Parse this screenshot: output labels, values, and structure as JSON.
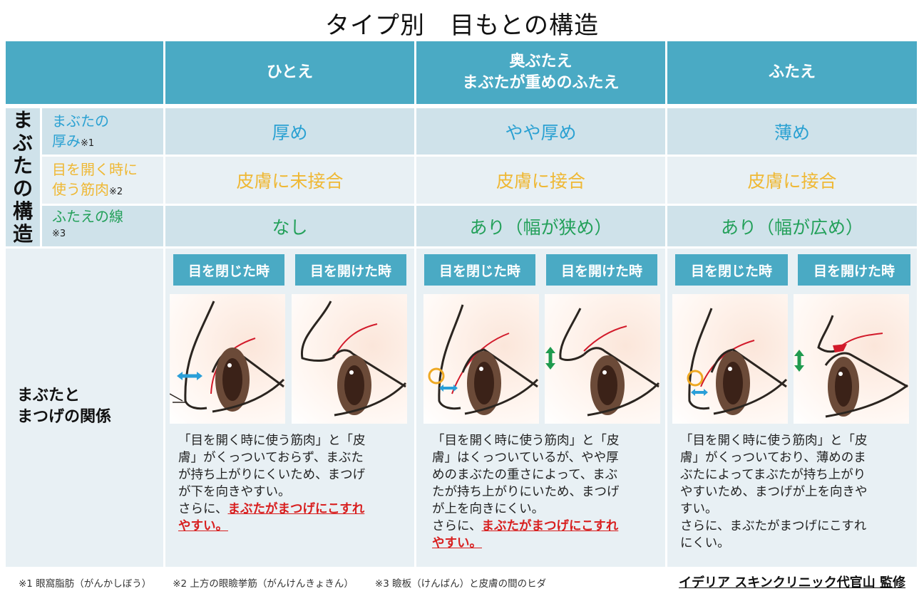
{
  "title": "タイプ別　目もとの構造",
  "header": {
    "columns": [
      {
        "label": ""
      },
      {
        "label": "ひとえ"
      },
      {
        "label_line1": "奥ぶたえ",
        "label_line2": "まぶたが重めのふたえ"
      },
      {
        "label": "ふたえ"
      }
    ]
  },
  "structure": {
    "side_label_chars": [
      "ま",
      "ぶ",
      "た",
      "の",
      "構",
      "造"
    ],
    "rows": [
      {
        "label_line1": "まぶたの",
        "label_line2": "厚み",
        "note": "※1",
        "color": "#2ba1d2",
        "values": [
          "厚め",
          "やや厚め",
          "薄め"
        ]
      },
      {
        "label_line1": "目を開く時に",
        "label_line2": "使う筋肉",
        "note": "※2",
        "color": "#efb834",
        "values": [
          "皮膚に未接合",
          "皮膚に接合",
          "皮膚に接合"
        ]
      },
      {
        "label_line1": "ふたえの線",
        "label_line2": "",
        "note": "※3",
        "color": "#23a05a",
        "values": [
          "なし",
          "あり（幅が狭め）",
          "あり（幅が広め）"
        ]
      }
    ]
  },
  "relation": {
    "label_line1": "まぶたと",
    "label_line2": "まつげの関係",
    "columns": [
      {
        "tag_closed": "目を閉じた時",
        "tag_open": "目を開けた時",
        "desc_lines": [
          "「目を開く時に使う筋肉」と「皮",
          "膚」がくっついておらず、まぶた",
          "が持ち上がりにくいため、まつげ",
          "が下を向きやすい。"
        ],
        "desc_prefix": "さらに、",
        "desc_emphasis_1": "まぶたがまつげにこすれ",
        "desc_emphasis_2": "やすい。",
        "closed_icons": [
          "blue-arrow"
        ],
        "open_icons": []
      },
      {
        "tag_closed": "目を閉じた時",
        "tag_open": "目を開けた時",
        "desc_lines": [
          "「目を開く時に使う筋肉」と「皮",
          "膚」はくっついているが、やや厚",
          "めのまぶたの重さによって、まぶ",
          "たが持ち上がりにいため、まつげ",
          "が上を向きにくい。"
        ],
        "desc_prefix": "さらに、",
        "desc_emphasis_1": "まぶたがまつげにこすれ",
        "desc_emphasis_2": "やすい。",
        "closed_icons": [
          "orange-circle",
          "blue-arrow"
        ],
        "open_icons": [
          "green-arrow"
        ]
      },
      {
        "tag_closed": "目を閉じた時",
        "tag_open": "目を開けた時",
        "desc_lines": [
          "「目を開く時に使う筋肉」と「皮",
          "膚」がくっついており、薄めのま",
          "ぶたによってまぶたが持ち上がり",
          "やすいため、まつげが上を向きや",
          "すい。",
          "さらに、まぶたがまつげにこすれ",
          "にくい。"
        ],
        "desc_prefix": "",
        "desc_emphasis_1": "",
        "desc_emphasis_2": "",
        "closed_icons": [
          "orange-circle",
          "blue-arrow"
        ],
        "open_icons": [
          "green-arrow",
          "red-fold"
        ]
      }
    ]
  },
  "footer": {
    "notes": [
      "※1 眼窩脂肪（がんかしぼう）",
      "※2 上方の眼瞼挙筋（がんけんきょきん）",
      "※3 瞼板（けんばん）と皮膚の間のヒダ"
    ],
    "credit": "イデリア スキンクリニック代官山 監修"
  },
  "colors": {
    "header_bg": "#4aaac4",
    "row_dark": "#cfe2ea",
    "row_light": "#e8f0f4",
    "thickness": "#2ba1d2",
    "muscle": "#efb834",
    "fold_line": "#23a05a",
    "emphasis": "#d81f1f"
  }
}
